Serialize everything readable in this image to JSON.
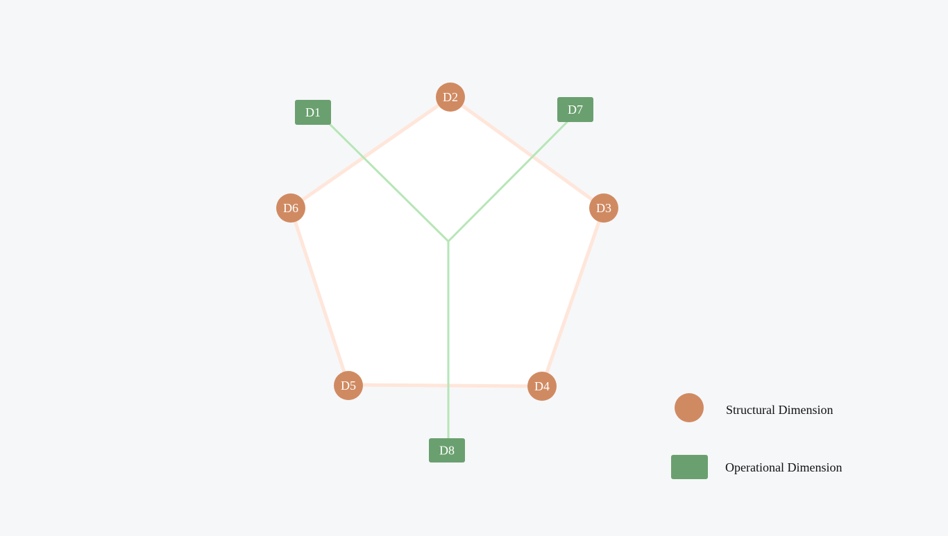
{
  "colors": {
    "background": "#f6f7f9",
    "structural": "#d08a62",
    "operational": "#6aa06f",
    "pentagon_fill": "#ffffff",
    "pentagon_edge": "#ffe6da",
    "connector": "#b6e6b6"
  },
  "nodes": {
    "d1": {
      "label": "D1",
      "kind": "operational"
    },
    "d2": {
      "label": "D2",
      "kind": "structural"
    },
    "d3": {
      "label": "D3",
      "kind": "structural"
    },
    "d4": {
      "label": "D4",
      "kind": "structural"
    },
    "d5": {
      "label": "D5",
      "kind": "structural"
    },
    "d6": {
      "label": "D6",
      "kind": "structural"
    },
    "d7": {
      "label": "D7",
      "kind": "operational"
    },
    "d8": {
      "label": "D8",
      "kind": "operational"
    }
  },
  "pentagon_edges": [
    [
      "D2",
      "D3"
    ],
    [
      "D3",
      "D4"
    ],
    [
      "D4",
      "D5"
    ],
    [
      "D5",
      "D6"
    ],
    [
      "D6",
      "D2"
    ]
  ],
  "connectors": [
    [
      "D1",
      "hub"
    ],
    [
      "D7",
      "hub"
    ],
    [
      "D8",
      "hub"
    ]
  ],
  "legend": {
    "structural": "Structural Dimension",
    "operational": "Operational Dimension"
  }
}
